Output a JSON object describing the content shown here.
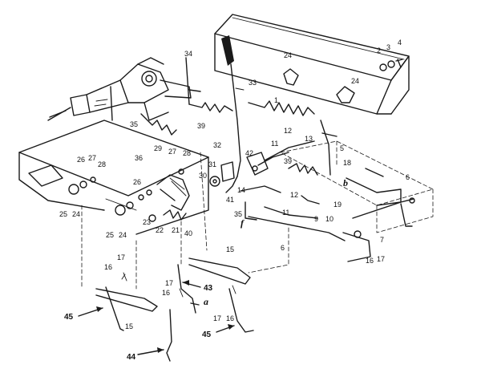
{
  "callouts": {
    "c1": "1",
    "c2": "2",
    "c3": "3",
    "c4": "4",
    "c5": "5",
    "c6a": "6",
    "c6b": "6",
    "c7": "7",
    "c9": "9",
    "c10": "10",
    "c11a": "11",
    "c11b": "11",
    "c12a": "12",
    "c12b": "12",
    "c13": "13",
    "c14": "14",
    "c15a": "15",
    "c15b": "15",
    "c16a": "16",
    "c16b": "16",
    "c16c": "16",
    "c16d": "16",
    "c17a": "17",
    "c17b": "17",
    "c17c": "17",
    "c17d": "17",
    "c18": "18",
    "c19": "19",
    "c21": "21",
    "c22": "22",
    "c23": "23",
    "c24a": "24",
    "c24b": "24",
    "c24c": "24",
    "c24d": "24",
    "c25a": "25",
    "c25b": "25",
    "c26a": "26",
    "c26b": "26",
    "c27a": "27",
    "c27b": "27",
    "c28a": "28",
    "c28b": "28",
    "c29": "29",
    "c30": "30",
    "c31": "31",
    "c32": "32",
    "c33": "33",
    "c34": "34",
    "c35a": "35",
    "c35b": "35",
    "c36": "36",
    "c39a": "39",
    "c39b": "39",
    "c40": "40",
    "c41": "41",
    "c42": "42",
    "c43": "43",
    "c44": "44",
    "c45a": "45",
    "c45b": "45"
  },
  "markers": {
    "a": "a",
    "b": "b",
    "f": "f"
  }
}
